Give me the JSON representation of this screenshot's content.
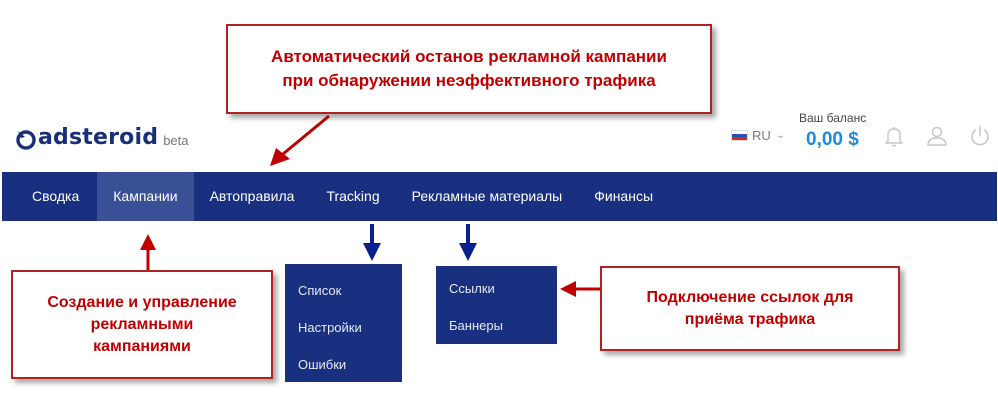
{
  "brand": {
    "name": "adsteroid",
    "tag": "beta",
    "color": "#1a2f7a"
  },
  "header": {
    "lang": "RU",
    "balance_label": "Ваш баланс",
    "balance_value": "0,00 $",
    "icons": [
      "bell-icon",
      "user-icon",
      "power-icon"
    ]
  },
  "nav": {
    "items": [
      {
        "label": "Сводка"
      },
      {
        "label": "Кампании",
        "active": true
      },
      {
        "label": "Автоправила"
      },
      {
        "label": "Tracking"
      },
      {
        "label": "Рекламные материалы"
      },
      {
        "label": "Финансы"
      }
    ]
  },
  "dropdowns": {
    "tracking": [
      "Список",
      "Настройки",
      "Ошибки"
    ],
    "materials": [
      "Ссылки",
      "Баннеры"
    ]
  },
  "callouts": {
    "top": [
      "Автоматический останов рекламной кампании",
      "при обнаружении неэффективного трафика"
    ],
    "left": [
      "Создание и управление",
      "рекламными",
      "кампаниями"
    ],
    "right": [
      "Подключение ссылок для",
      "приёма трафика"
    ]
  },
  "colors": {
    "nav_bg": "#18307f",
    "nav_active": "#3a5096",
    "callout_text": "#c00000",
    "balance": "#1e8be0"
  }
}
